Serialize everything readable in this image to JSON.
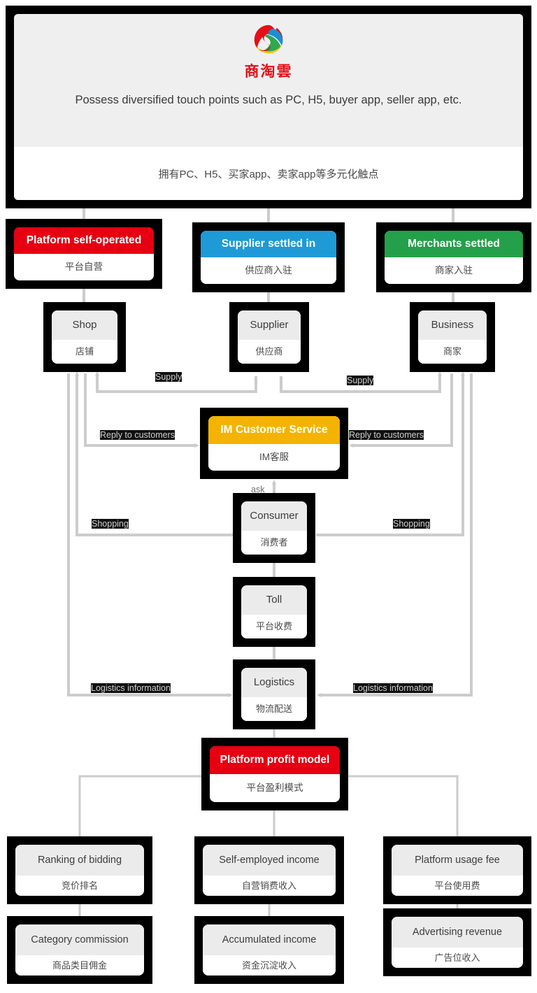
{
  "banner": {
    "logo_icon": "shangtaoyun-logo-icon",
    "brand": "商淘雲",
    "english": "Possess diversified touch points such as PC, H5, buyer app, seller app, etc.",
    "chinese": "拥有PC、H5、买家app、卖家app等多元化触点"
  },
  "channels": [
    {
      "en": "Platform self-operated",
      "cn": "平台自营",
      "color": "#e60012"
    },
    {
      "en": "Supplier settled in",
      "cn": "供应商入驻",
      "color": "#1e9ad6"
    },
    {
      "en": "Merchants settled",
      "cn": "商家入驻",
      "color": "#23a049"
    }
  ],
  "actors": [
    {
      "en": "Shop",
      "cn": "店铺"
    },
    {
      "en": "Supplier",
      "cn": "供应商"
    },
    {
      "en": "Business",
      "cn": "商家"
    }
  ],
  "im": {
    "en": "IM Customer Service",
    "cn": "IM客服",
    "color": "#f5b301"
  },
  "consumer": {
    "en": "Consumer",
    "cn": "消费者"
  },
  "toll": {
    "en": "Toll",
    "cn": "平台收费"
  },
  "logistics": {
    "en": "Logistics",
    "cn": "物流配送"
  },
  "profit": {
    "en": "Platform profit model",
    "cn": "平台盈利模式",
    "color": "#e60012"
  },
  "leaves": [
    {
      "en": "Ranking of bidding",
      "cn": "竞价排名"
    },
    {
      "en": "Category commission",
      "cn": "商品类目佣金"
    },
    {
      "en": "Self-employed income",
      "cn": "自营销费收入"
    },
    {
      "en": "Accumulated income",
      "cn": "资金沉淀收入"
    },
    {
      "en": "Platform usage fee",
      "cn": "平台使用费"
    },
    {
      "en": "Advertising revenue",
      "cn": "广告位收入"
    }
  ],
  "edge_labels": {
    "supply_left": "Supply",
    "supply_right": "Supply",
    "reply_left": "Reply to customers",
    "reply_right": "Reply to customers",
    "ask": "ask",
    "shopping_left": "Shopping",
    "shopping_right": "Shopping",
    "logistics_left": "Logistics information",
    "logistics_right": "Logistics information"
  },
  "colors": {
    "line": "#cccccc",
    "frame": "#000000",
    "header_grey": "#ebebeb",
    "banner_grey": "#efefef",
    "text": "#4a4a4a"
  }
}
